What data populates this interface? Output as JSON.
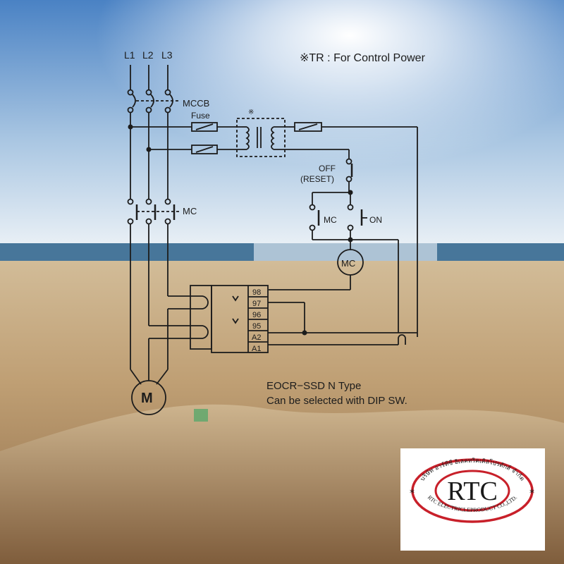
{
  "diagram": {
    "phase_labels": [
      "L1",
      "L2",
      "L3"
    ],
    "note": "※TR : For Control Power",
    "mccb_label": "MCCB",
    "fuse_label": "Fuse",
    "tr_mark": "※",
    "off_label": "OFF",
    "reset_label": "(RESET)",
    "mc_label": "MC",
    "mc_contact_label": "MC",
    "on_label": "ON",
    "mc_coil_label": "MC",
    "terminals": [
      "98",
      "97",
      "96",
      "95",
      "A2",
      "A1"
    ],
    "motor_label": "M",
    "type_label": "EOCR−SSD N Type",
    "dip_note": "Can be selected with DIP SW."
  },
  "logo": {
    "brand": "RTC",
    "thai_name": "บริษัท อาร์ทีซี อิเลคทริคเคิลโปรดักส์ จำกัด",
    "english_name": "RTC ELECTRICLEPRODUCT CO.,LTD.",
    "star": "*",
    "colors": {
      "ring": "#c8202a",
      "text": "#1a1a1a"
    }
  },
  "colors": {
    "sky_top": "#4f86c6",
    "sky_bottom": "#e6eef5",
    "sea": "#3d6e93",
    "sand": "#b8976d",
    "wire": "#1c1c1c"
  }
}
